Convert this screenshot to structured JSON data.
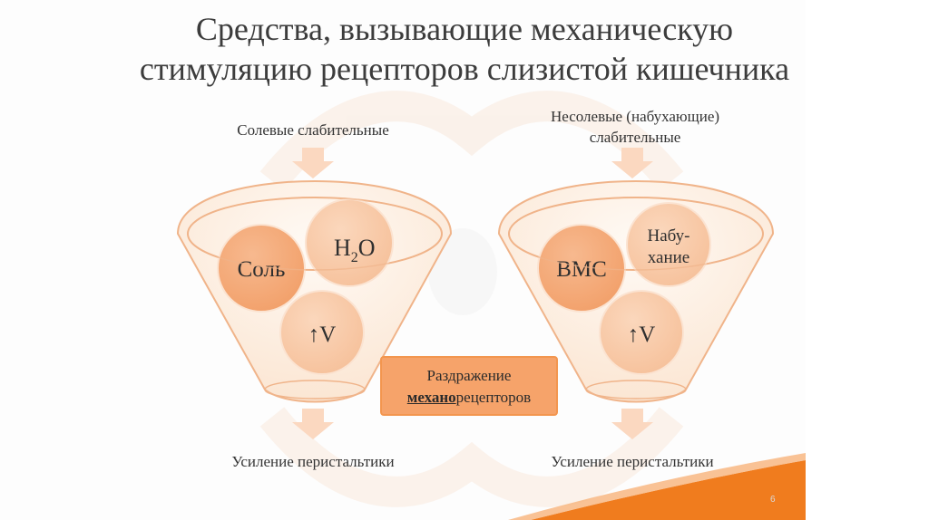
{
  "title": {
    "line1": "Средства, вызывающие механическую",
    "line2": "стимуляцию рецепторов слизистой кишечника"
  },
  "left": {
    "heading": "Солевые слабительные",
    "circles": {
      "salt": "Соль",
      "water_main": "H",
      "water_sub": "2",
      "water_end": "O",
      "volume": "↑V"
    },
    "result": "Усиление перистальтики"
  },
  "right": {
    "heading_line1": "Несолевые (набухающие)",
    "heading_line2": "слабительные",
    "circles": {
      "vms": "ВМС",
      "swell_line1": "Набу-",
      "swell_line2": "хание",
      "volume": "↑V"
    },
    "result": "Усиление перистальтики"
  },
  "center_box": {
    "line1": "Раздражение",
    "bold_part": "механо",
    "rest_part": "рецепторов"
  },
  "page_number": "6",
  "colors": {
    "funnel_fill": "#fdf1e6",
    "funnel_stroke": "#f0b48a",
    "circle_main": "#f4a878",
    "circle_light": "#f8caa6",
    "arrow": "#fbd8c0",
    "box": "#f6a36a",
    "accent": "#f07c1e"
  }
}
